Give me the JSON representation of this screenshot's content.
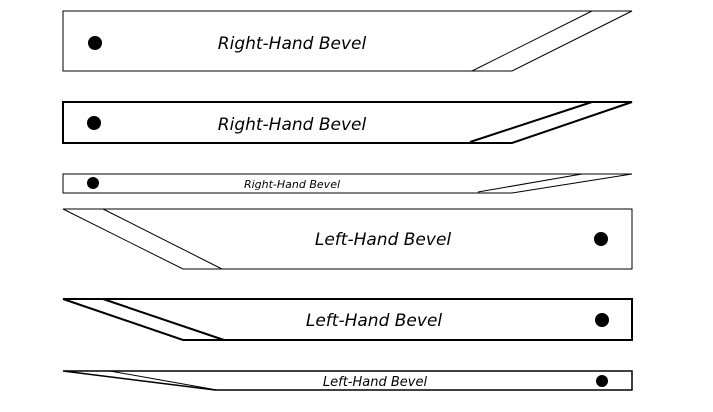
{
  "diagram": {
    "blades": [
      {
        "label": "Right-Hand Bevel"
      },
      {
        "label": "Right-Hand Bevel"
      },
      {
        "label": "Right-Hand Bevel"
      },
      {
        "label": "Left-Hand Bevel"
      },
      {
        "label": "Left-Hand Bevel"
      },
      {
        "label": "Left-Hand Bevel"
      }
    ],
    "colors": {
      "stroke": "#000000",
      "fill": "#ffffff",
      "dot": "#000000"
    },
    "icon_names": [
      "mounting-hole-dot"
    ]
  }
}
